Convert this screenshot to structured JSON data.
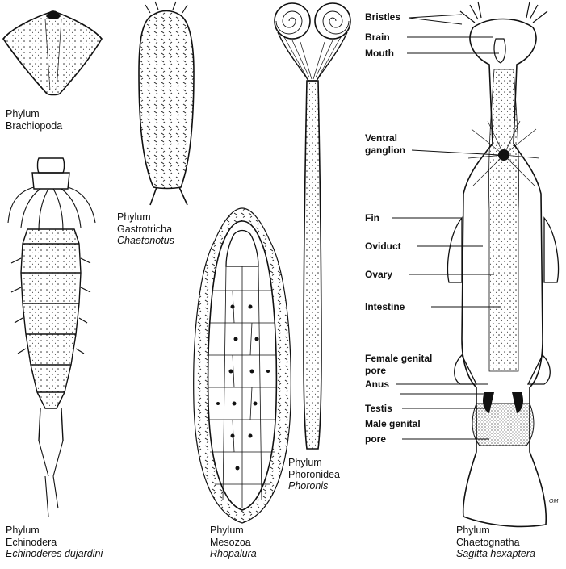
{
  "captions": {
    "brachiopoda": {
      "phylum": "Phylum",
      "name": "Brachiopoda"
    },
    "gastrotricha": {
      "phylum": "Phylum",
      "name": "Gastrotricha",
      "genus": "Chaetonotus"
    },
    "echinodera": {
      "phylum": "Phylum",
      "name": "Echinodera",
      "species": "Echinoderes dujardini"
    },
    "mesozoa": {
      "phylum": "Phylum",
      "name": "Mesozoa",
      "genus": "Rhopalura"
    },
    "phoronidea": {
      "phylum": "Phylum",
      "name": "Phoronidea",
      "genus": "Phoronis"
    },
    "chaetognatha": {
      "phylum": "Phylum",
      "name": "Chaetognatha",
      "species": "Sagitta hexaptera"
    }
  },
  "labels": {
    "bristles": "Bristles",
    "brain": "Brain",
    "mouth": "Mouth",
    "ventral_ganglion_1": "Ventral",
    "ventral_ganglion_2": "ganglion",
    "fin": "Fin",
    "oviduct": "Oviduct",
    "ovary": "Ovary",
    "intestine": "Intestine",
    "female_genital_pore_1": "Female genital",
    "female_genital_pore_2": "pore",
    "anus": "Anus",
    "testis": "Testis",
    "male_genital_pore_1": "Male genital",
    "male_genital_pore_2": "pore"
  },
  "artist_mark": "OM"
}
